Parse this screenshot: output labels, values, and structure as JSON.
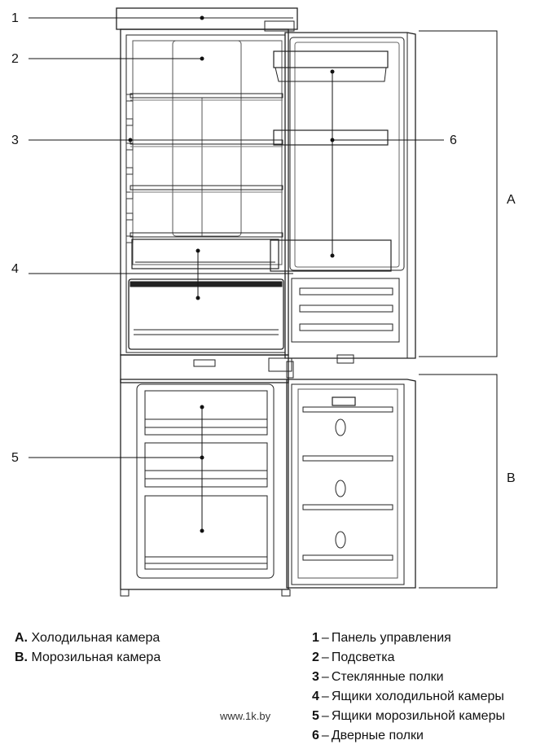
{
  "callouts": [
    {
      "num": "1"
    },
    {
      "num": "2"
    },
    {
      "num": "3"
    },
    {
      "num": "4"
    },
    {
      "num": "5"
    },
    {
      "num": "6"
    }
  ],
  "zones": {
    "a": "A",
    "b": "B"
  },
  "legend_left": [
    {
      "key": "A.",
      "text": "Холодильная камера"
    },
    {
      "key": "B.",
      "text": "Морозильная камера"
    }
  ],
  "legend_right": [
    {
      "key": "1",
      "text": "Панель управления"
    },
    {
      "key": "2",
      "text": "Подсветка"
    },
    {
      "key": "3",
      "text": "Стеклянные полки"
    },
    {
      "key": "4",
      "text": "Ящики холодильной камеры"
    },
    {
      "key": "5",
      "text": "Ящики морозильной камеры"
    },
    {
      "key": "6",
      "text": "Дверные полки"
    }
  ],
  "dash": "–",
  "watermark": "www.1k.by"
}
